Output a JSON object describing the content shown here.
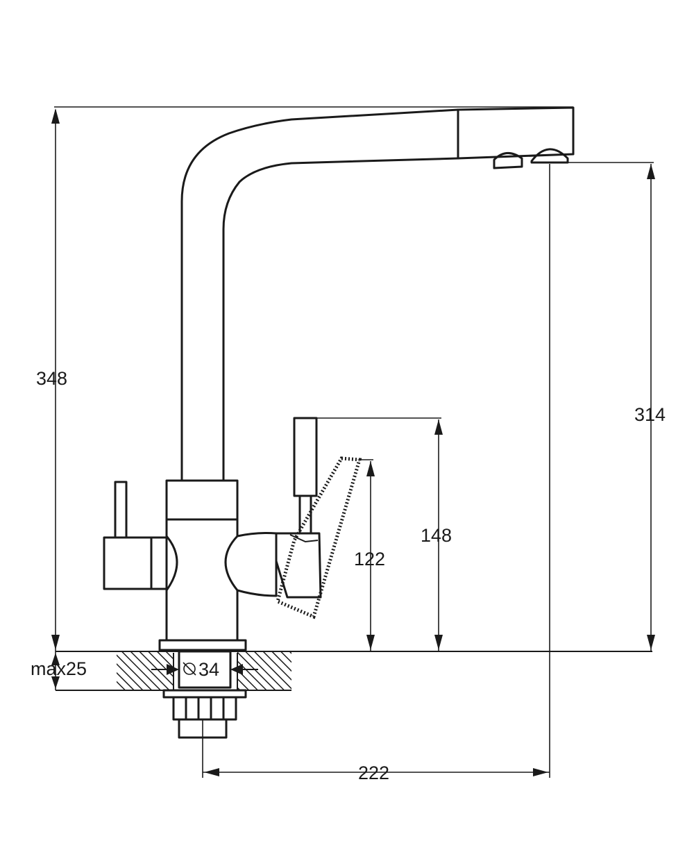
{
  "dimensions": {
    "total_height": "348",
    "spout_height": "314",
    "lever_height": "148",
    "filter_lever_height": "122",
    "spout_reach": "222",
    "max_thickness": "max25",
    "hole_diameter": "34",
    "diameter_symbol": "⌀"
  },
  "colors": {
    "line": "#1a1a1a",
    "background": "#ffffff"
  }
}
